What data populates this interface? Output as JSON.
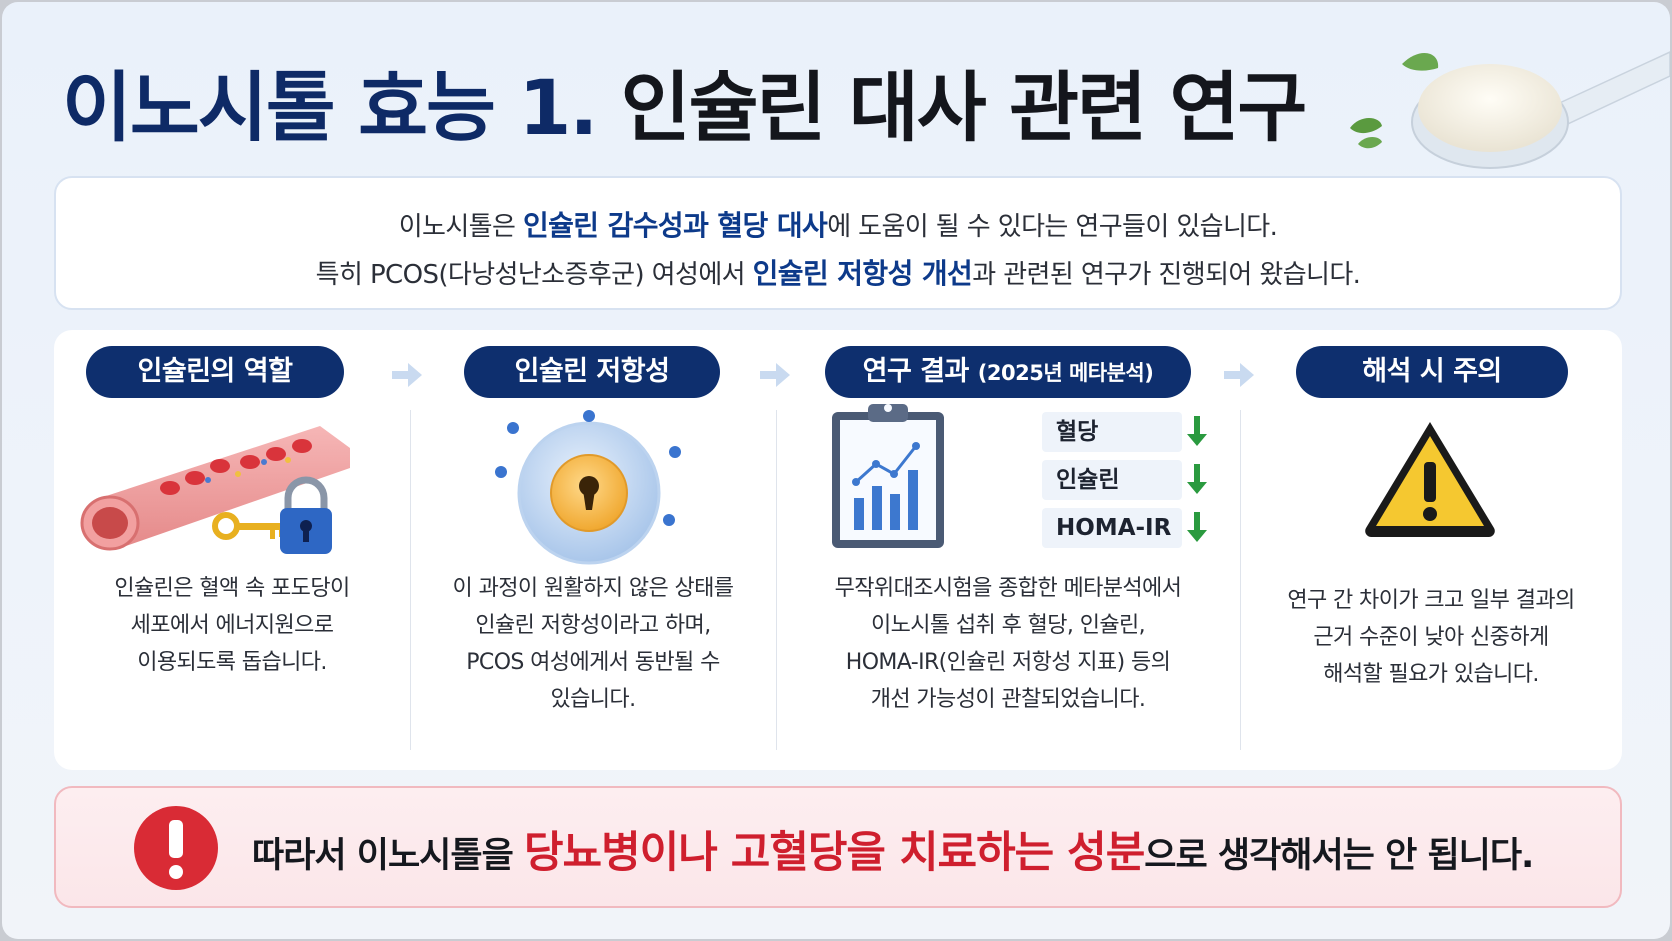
{
  "title": {
    "part1": "이노시톨 효능 1. ",
    "part2": "인슐린 대사 관련 연구"
  },
  "intro": {
    "line1_a": "이노시톨은 ",
    "line1_hl": "인슐린 감수성과 혈당 대사",
    "line1_b": "에 도움이 될 수 있다는 연구들이 있습니다.",
    "line2_a": "특히 PCOS(다낭성난소증후군) 여성에서 ",
    "line2_hl": "인슐린 저항성 개선",
    "line2_b": "과 관련된 연구가 진행되어 왔습니다."
  },
  "cards": [
    {
      "header": "인슐린의 역할",
      "icon": "blood-vessel-key-lock-icon",
      "lines": [
        "인슐린은 혈액 속 포도당이",
        "세포에서 에너지원으로",
        "이용되도록 돕습니다."
      ]
    },
    {
      "header": "인슐린 저항성",
      "icon": "locked-cell-icon",
      "lines": [
        "이 과정이 원활하지 않은 상태를",
        "인슐린 저항성이라고 하며,",
        "PCOS 여성에게서 동반될 수",
        "있습니다."
      ]
    },
    {
      "header": "연구 결과",
      "header_note": "(2025년 메타분석)",
      "icon": "clipboard-chart-icon",
      "indicators": [
        "혈당",
        "인슐린",
        "HOMA-IR"
      ],
      "lines": [
        "무작위대조시험을 종합한 메타분석에서",
        "이노시톨 섭취 후 혈당, 인슐린,",
        "HOMA-IR(인슐린 저항성 지표) 등의",
        "개선 가능성이 관찰되었습니다."
      ]
    },
    {
      "header": "해석 시 주의",
      "icon": "warning-triangle-icon",
      "lines": [
        "연구 간 차이가 크고 일부 결과의",
        "근거 수준이 낮아 신중하게",
        "해석할 필요가 있습니다."
      ]
    }
  ],
  "warning": {
    "icon": "exclamation-circle-icon",
    "text_a": "따라서 이노시톨을 ",
    "text_red": "당뇨병이나 고혈당을 치료하는 성분",
    "text_b": "으로 생각해서는 안 됩니다."
  },
  "colors": {
    "navy": "#0e2f6e",
    "highlight_blue": "#0d3a8a",
    "alert_red": "#cf1f2e",
    "down_arrow_green": "#2a9a3f"
  }
}
